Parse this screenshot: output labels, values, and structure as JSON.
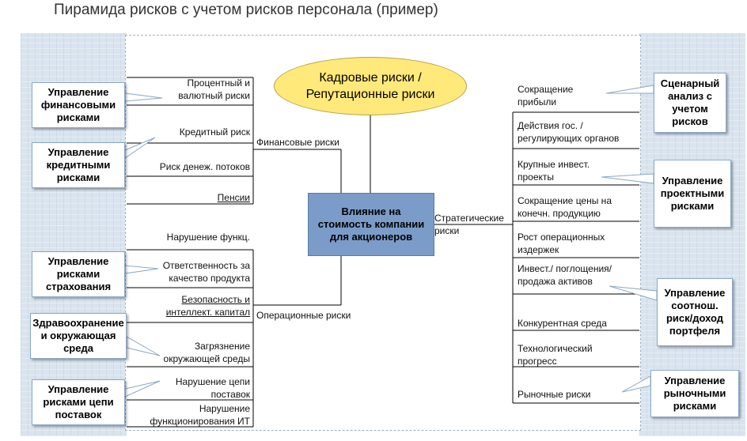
{
  "title": "Пирамида рисков с учетом рисков персонала (пример)",
  "top_node": "Кадровые риски / Репутационные риски",
  "center_node": "Влияние на стоимость компании для акционеров",
  "branches": {
    "financial": "Финансовые риски",
    "strategic": "Стратегические риски",
    "operational": "Операционные риски"
  },
  "left_items": [
    "Процентный и валютный риски",
    "Кредитный риск",
    "Риск денеж. потоков",
    "Пенсии",
    "Нарушение функц.",
    "Ответственность за качество продукта",
    "Безопасность и интеллект. капитал",
    "Загрязнение окружающей среды",
    "Нарушение цепи поставок",
    "Нарушение функционирования ИТ"
  ],
  "right_items": [
    "Сокращение прибыли",
    "Действия гос. / регулирующих органов",
    "Крупные инвест. проекты",
    "Сокращение цены на конечн. продукцию",
    "Рост операционных издержек",
    "Инвест./ поглощения/ продажа активов",
    "Конкурентная среда",
    "Технологический прогресс",
    "Рыночные риски"
  ],
  "left_callouts": [
    "Управление финансовыми рисками",
    "Управление кредитными рисками",
    "Управление рисками страхования",
    "Здравоохранение и окружающая среда",
    "Управление рисками цепи поставок"
  ],
  "right_callouts": [
    "Сценарный анализ с учетом рисков",
    "Управление проектными рисками",
    "Управление соотнош. риск/доход портфеля",
    "Управление рыночными рисками"
  ],
  "colors": {
    "ellipse_fill": "#ffe97a",
    "center_fill": "#7b9cc8",
    "background_panel": "#d9e4ee",
    "line": "#000000"
  }
}
